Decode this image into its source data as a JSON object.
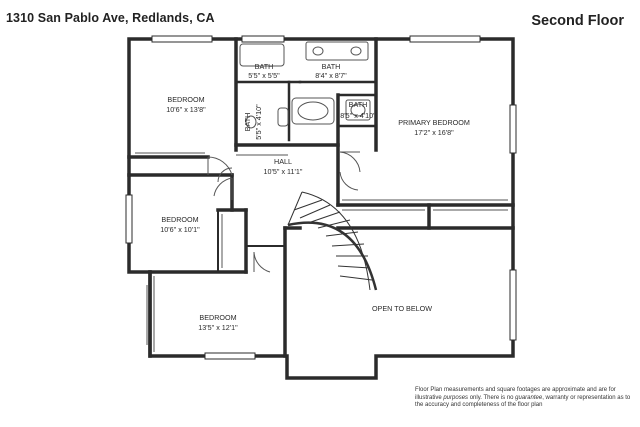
{
  "header": {
    "address": "1310 San Pablo Ave, Redlands, CA",
    "floor_title": "Second Floor"
  },
  "rooms": [
    {
      "id": "bedroom-nw",
      "name": "BEDROOM",
      "dims": "10'6\" x 13'8\""
    },
    {
      "id": "bath-small",
      "name": "BATH",
      "dims": "5'5\" x 5'5\""
    },
    {
      "id": "bath-hall",
      "name": "BATH",
      "dims": "8'4\" x 8'7\""
    },
    {
      "id": "bath-side",
      "name": "BATH",
      "dims": "5'5\" x 4'10\""
    },
    {
      "id": "bath-primary",
      "name": "BATH",
      "dims": "8'5\" x 4'10\""
    },
    {
      "id": "primary-bedroom",
      "name": "PRIMARY BEDROOM",
      "dims": "17'2\" x 16'8\""
    },
    {
      "id": "hall",
      "name": "HALL",
      "dims": "10'5\" x 11'1\""
    },
    {
      "id": "bedroom-w",
      "name": "BEDROOM",
      "dims": "10'6\" x 10'1\""
    },
    {
      "id": "bedroom-sw",
      "name": "BEDROOM",
      "dims": "13'5\" x 12'1\""
    },
    {
      "id": "open-to-below",
      "name": "OPEN TO BELOW",
      "dims": ""
    }
  ],
  "disclaimer": {
    "before_italic": "Floor Plan measurements and square footages are approximate and are for illustrative ",
    "italic_1": "purposes",
    "middle": " only. There is no ",
    "italic_2": "guarantee",
    "after_italic": ", warranty or representation as to the accuracy and completeness of the floor plan"
  },
  "colors": {
    "wall": "#2b2b2b",
    "fixture": "#555555",
    "background": "#ffffff"
  }
}
